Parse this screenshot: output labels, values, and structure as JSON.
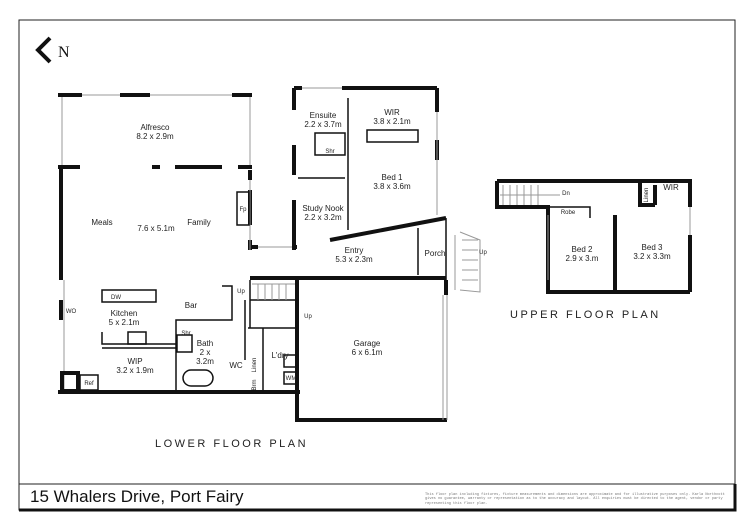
{
  "address": "15 Whalers Drive, Port Fairy",
  "disclaimer": "This floor plan including fixtures, fixture measurements and dimensions are approximate and for illustrative purposes only. Karla Northcott gives no guarantee, warranty or representation as to the accuracy and layout. All enquiries must be directed to the agent, vendor or party representing this floor plan.",
  "compass": {
    "letter": "N",
    "icon": "north-arrow-icon"
  },
  "lower_floor": {
    "title": "LOWER FLOOR PLAN",
    "rooms": {
      "alfresco": {
        "name": "Alfresco",
        "size": "8.2 x 2.9m"
      },
      "meals": {
        "name": "Meals"
      },
      "family": {
        "name": "Family",
        "size": "7.6 x 5.1m"
      },
      "fp": "Fp",
      "ensuite": {
        "name": "Ensuite",
        "size": "2.2 x 3.7m"
      },
      "shr1": "Shr",
      "wir": {
        "name": "WIR",
        "size": "3.8 x 2.1m"
      },
      "bed1": {
        "name": "Bed 1",
        "size": "3.8 x 3.6m"
      },
      "study": {
        "name": "Study Nook",
        "size": "2.2 x 3.2m"
      },
      "entry": {
        "name": "Entry",
        "size": "5.3 x 2.3m"
      },
      "porch": {
        "name": "Porch"
      },
      "up1": "Up",
      "up2": "Up",
      "up3": "Up",
      "dw": "DW",
      "wo": "WO",
      "kitchen": {
        "name": "Kitchen",
        "size": "5 x 2.1m"
      },
      "bar": {
        "name": "Bar"
      },
      "shr2": "Shr",
      "bath": {
        "name": "Bath",
        "size1": "2 x",
        "size2": "3.2m"
      },
      "wip": {
        "name": "WIP",
        "size": "3.2 x 1.9m"
      },
      "ref": "Ref",
      "wc": {
        "name": "WC"
      },
      "ldry": {
        "name": "L'dry"
      },
      "linen": "Linen",
      "brm": "Brm",
      "wm": "WM",
      "garage": {
        "name": "Garage",
        "size": "6 x 6.1m"
      }
    }
  },
  "upper_floor": {
    "title": "UPPER FLOOR PLAN",
    "rooms": {
      "dn": "Dn",
      "robe": "Robe",
      "linen": "Linen",
      "wir": "WIR",
      "bed2": {
        "name": "Bed 2",
        "size": "2.9 x 3.m"
      },
      "bed3": {
        "name": "Bed 3",
        "size": "3.2 x 3.3m"
      }
    }
  }
}
